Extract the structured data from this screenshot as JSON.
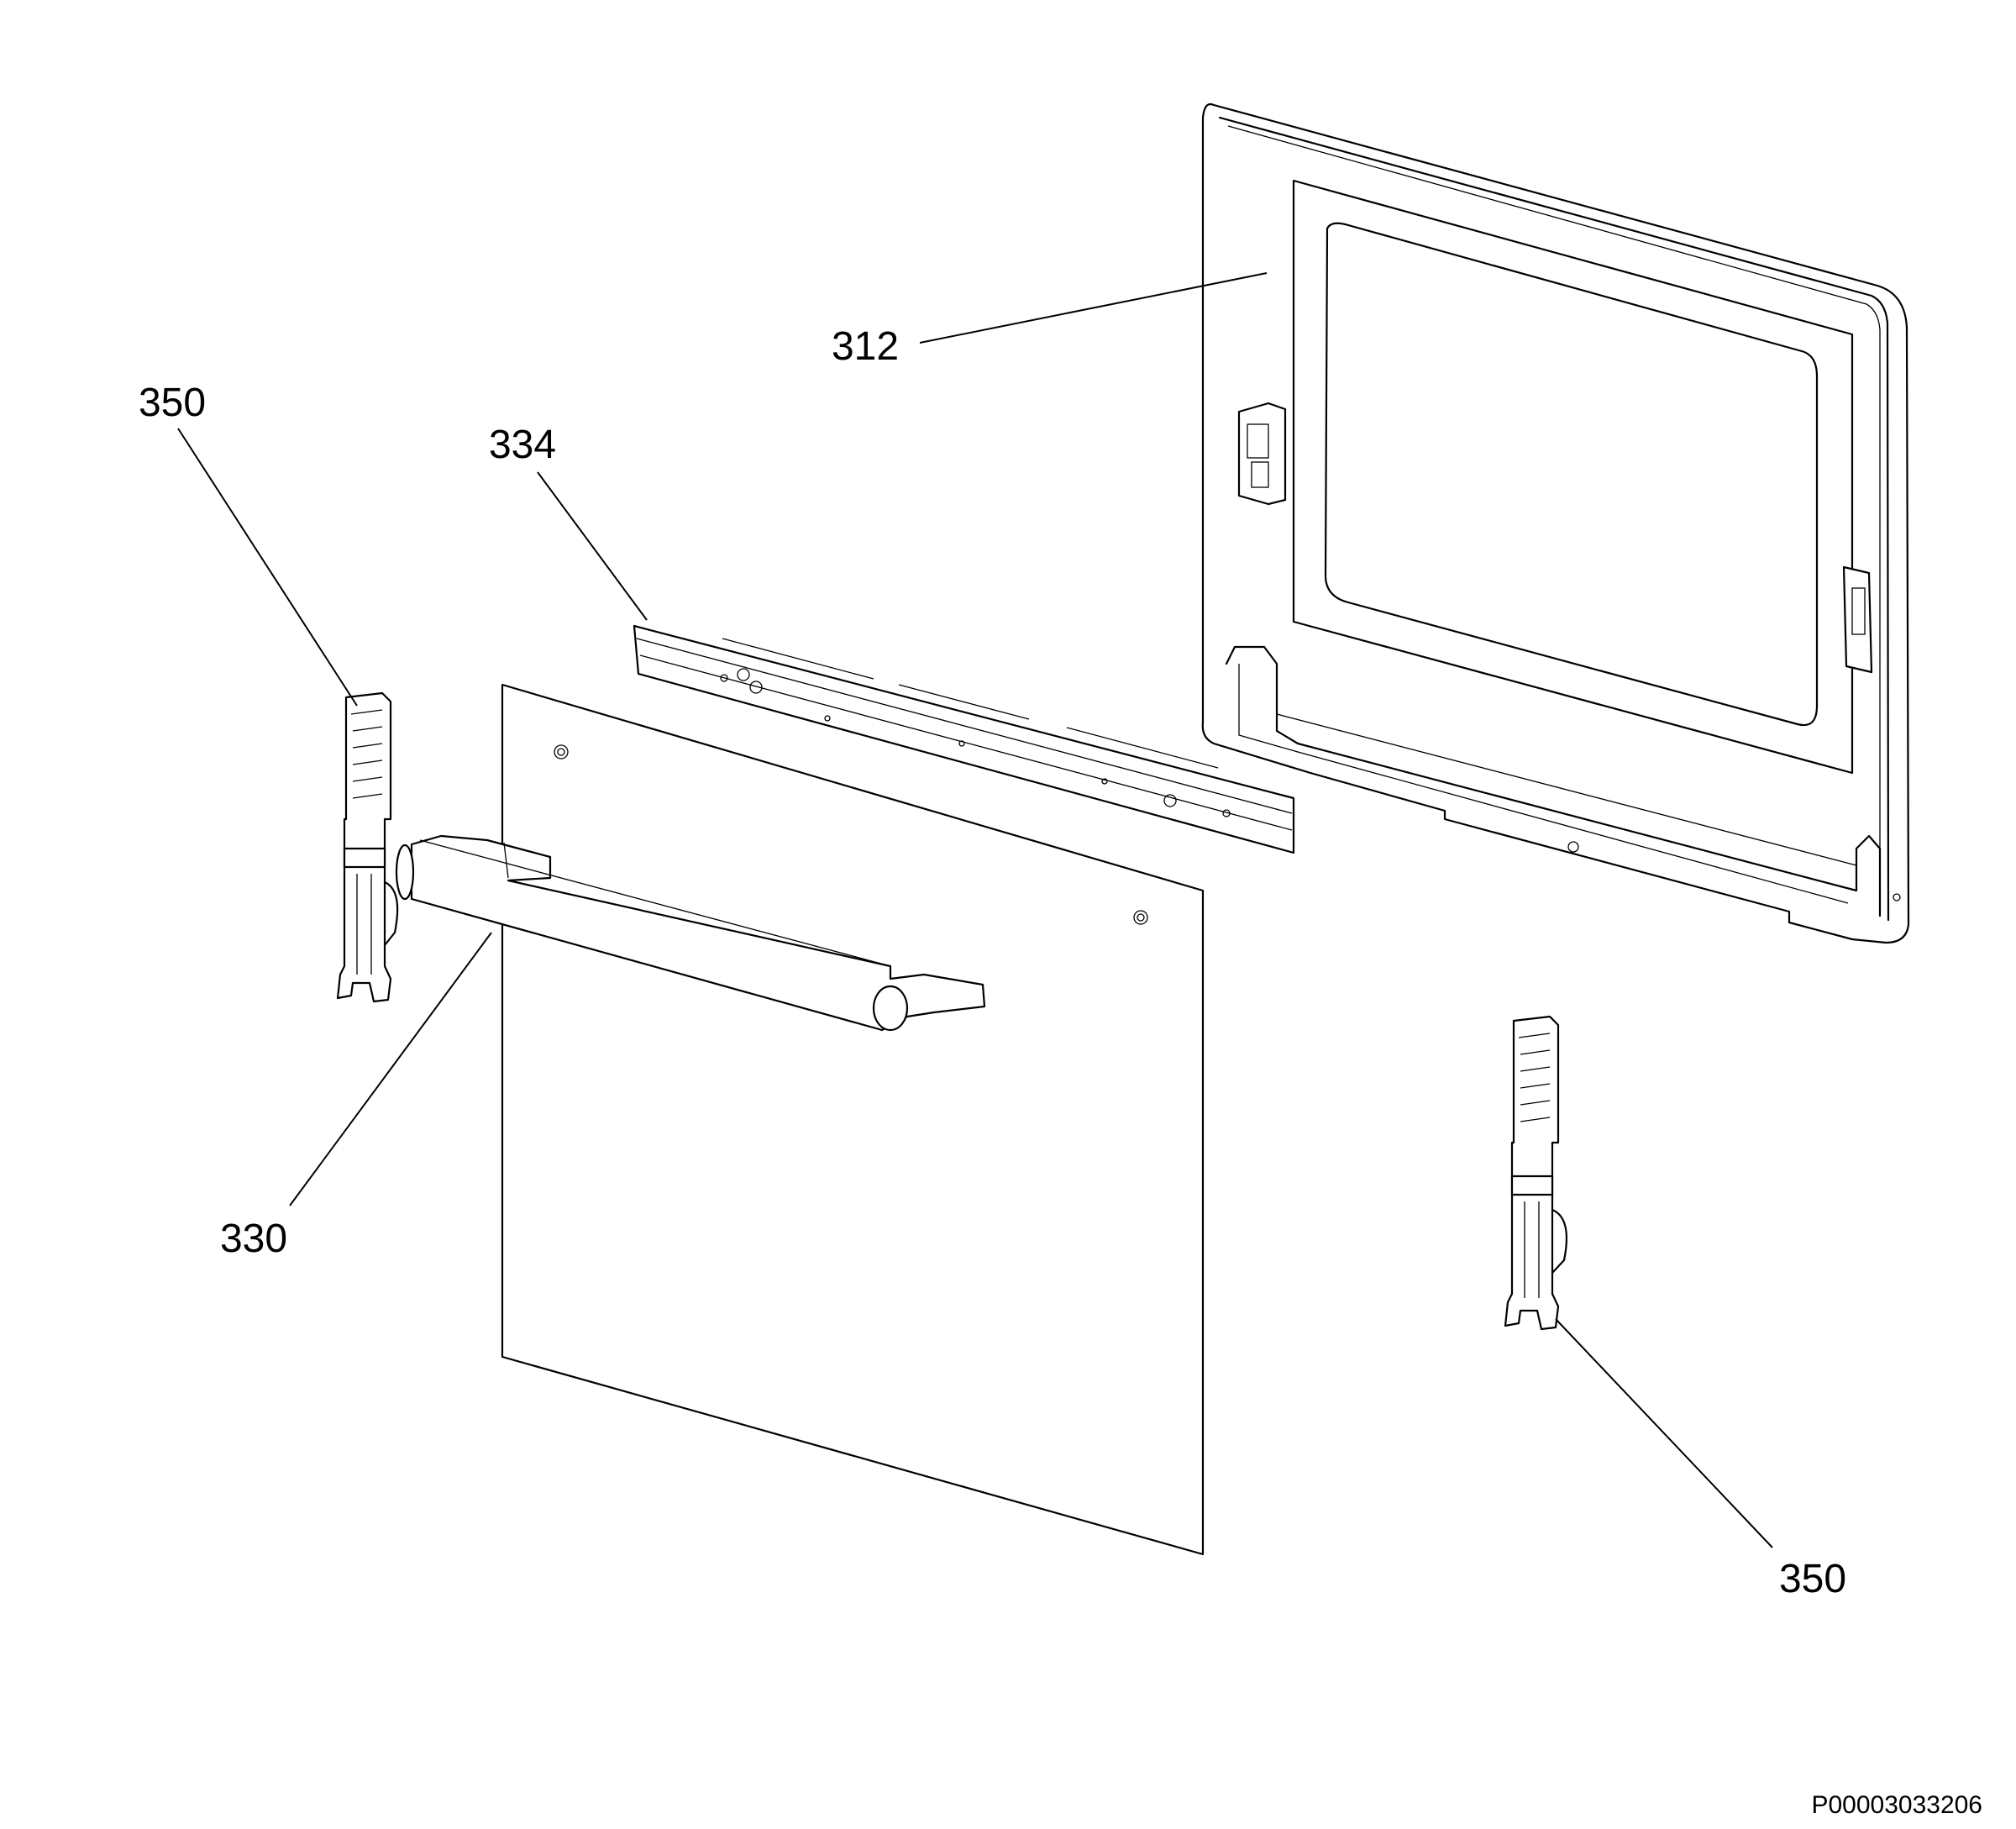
{
  "labels": {
    "door_frame": "312",
    "hinge_left": "350",
    "hinge_right": "350",
    "profile_strip": "334",
    "handle": "330"
  },
  "document_id": "P00003033206"
}
